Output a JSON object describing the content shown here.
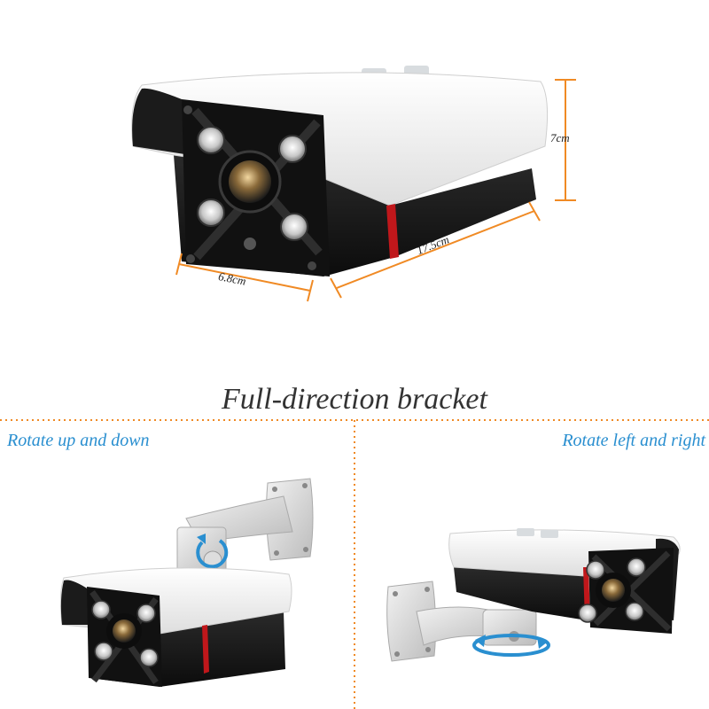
{
  "dimensions": {
    "height": "7cm",
    "length": "17.5cm",
    "width": "6.8cm"
  },
  "heading": "Full-direction bracket",
  "captions": {
    "left": "Rotate up and down",
    "right": "Rotate left and right"
  },
  "colors": {
    "dimension_line": "#f08a24",
    "divider": "#f08a24",
    "caption": "#2a8fd0",
    "rotation_arrow": "#2a8fd0",
    "housing_white": "#f4f4f4",
    "housing_black": "#151515",
    "accent_red": "#c0171b"
  }
}
